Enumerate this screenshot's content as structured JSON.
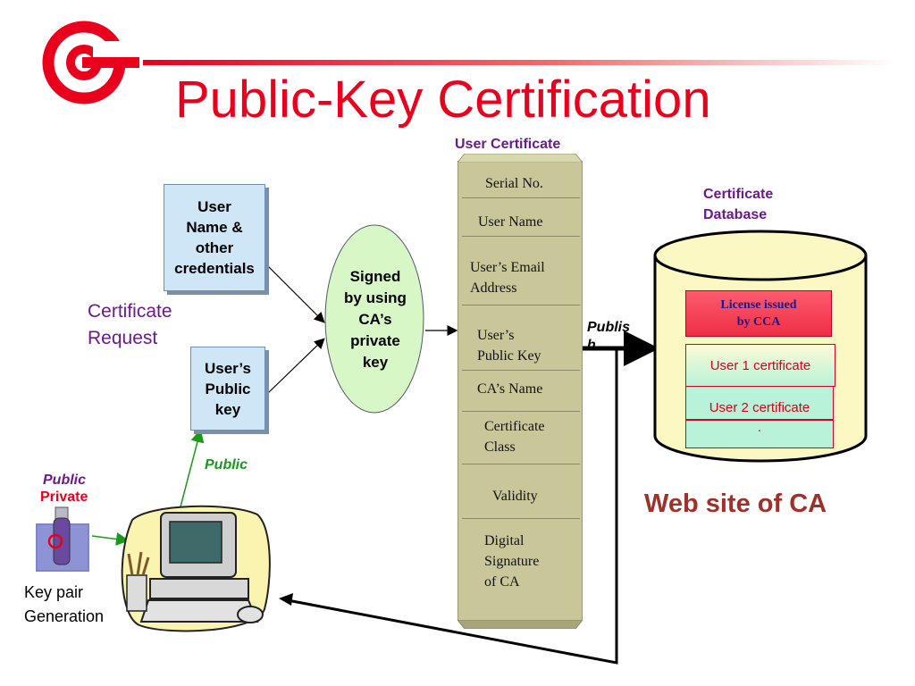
{
  "slide": {
    "title": "Public-Key Certification"
  },
  "request": {
    "credentials_lines": [
      "User",
      "Name &",
      "other",
      "credentials"
    ],
    "public_key_lines": [
      "User’s",
      "Public",
      "key"
    ],
    "label_lines": [
      "Certificate",
      "Request"
    ]
  },
  "signing": {
    "lines": [
      "Signed",
      "by using",
      "CA’s",
      "private",
      "key"
    ]
  },
  "certificate": {
    "title": "User Certificate",
    "fields": [
      [
        "Serial No."
      ],
      [
        "User Name"
      ],
      [
        "User’s Email",
        "Address"
      ],
      [
        "User’s",
        "Public Key"
      ],
      [
        "CA’s Name"
      ],
      [
        "Certificate",
        "Class"
      ],
      [
        "Validity"
      ],
      [
        "Digital",
        "Signature",
        "of CA"
      ]
    ]
  },
  "publish": {
    "lines": [
      "Publis",
      "h"
    ]
  },
  "database": {
    "title_lines": [
      "Certificate",
      "Database"
    ],
    "header_lines": [
      "License issued",
      "by CCA"
    ],
    "rows": [
      "User 1 certificate",
      "User 2 certificate",
      "."
    ]
  },
  "website": {
    "label": "Web site of CA"
  },
  "keypair": {
    "public_label": "Public",
    "private_label": "Private",
    "public_arrow_label": "Public",
    "caption_lines": [
      "Key pair",
      "Generation"
    ]
  },
  "colors": {
    "accent_red": "#e8001c",
    "purple": "#6b1a8c",
    "cert_column": "#c9c79a",
    "credential_box": "#cfe6f7",
    "db_cylinder": "#fbf8c4",
    "db_rows": "#b8f2d8",
    "green_arrow": "#1a9a1a",
    "website_text": "#a0302a"
  }
}
